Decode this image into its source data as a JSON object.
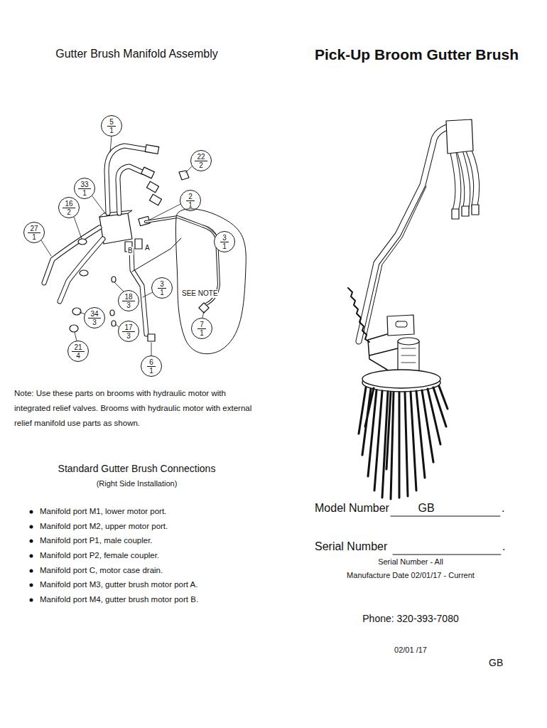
{
  "diagram": {
    "title": "Pick-Up Broom Gutter Brush",
    "nodes": [
      {
        "text": [
          "5",
          "1"
        ]
      },
      {
        "text": [
          "22",
          "2"
        ]
      },
      {
        "text": [
          "33",
          "1"
        ]
      },
      {
        "text": [
          "2",
          "1"
        ]
      },
      {
        "text": [
          "16",
          "2"
        ]
      },
      {
        "text": [
          "27",
          "1"
        ]
      },
      {
        "text": [
          "SEE NOTE"
        ]
      },
      {
        "text": [
          "3",
          "1"
        ],
        "in": 6
      },
      {
        "text": [
          "3",
          "1"
        ]
      },
      {
        "text": [
          "18",
          "3"
        ]
      },
      {
        "text": [
          "34",
          "3"
        ]
      },
      {
        "text": [
          "7",
          "1"
        ],
        "in": 6
      },
      {
        "text": [
          "17",
          "3"
        ]
      },
      {
        "text": [
          "21",
          "4"
        ]
      },
      {
        "text": [
          "6",
          "1"
        ]
      }
    ],
    "labels": [
      "Gutter Brush Manifold Assembly",
      "B",
      "A",
      "Note:   Use these parts on brooms with hydraulic motor with integrated relief valves.   Brooms with hydraulic motor with external relief manifold use parts as shown.",
      "Standard Gutter Brush Connections",
      "(Right Side Installation)",
      "Manifold port M1, lower motor port.",
      "Manifold port M2, upper motor port.",
      "Manifold port P1, male coupler.",
      "Manifold port P2, female coupler.",
      "Manifold port C, motor case drain.",
      "Manifold port M3, gutter brush motor port A.",
      "Manifold port M4, gutter brush motor port B.",
      "Model Number",
      "GB",
      ".",
      "Serial Number",
      ".",
      "Serial Number - All",
      "Manufacture Date 02/01/17 - Current",
      "Phone: 320-393-7080",
      "02/01 /17",
      "GB"
    ]
  }
}
